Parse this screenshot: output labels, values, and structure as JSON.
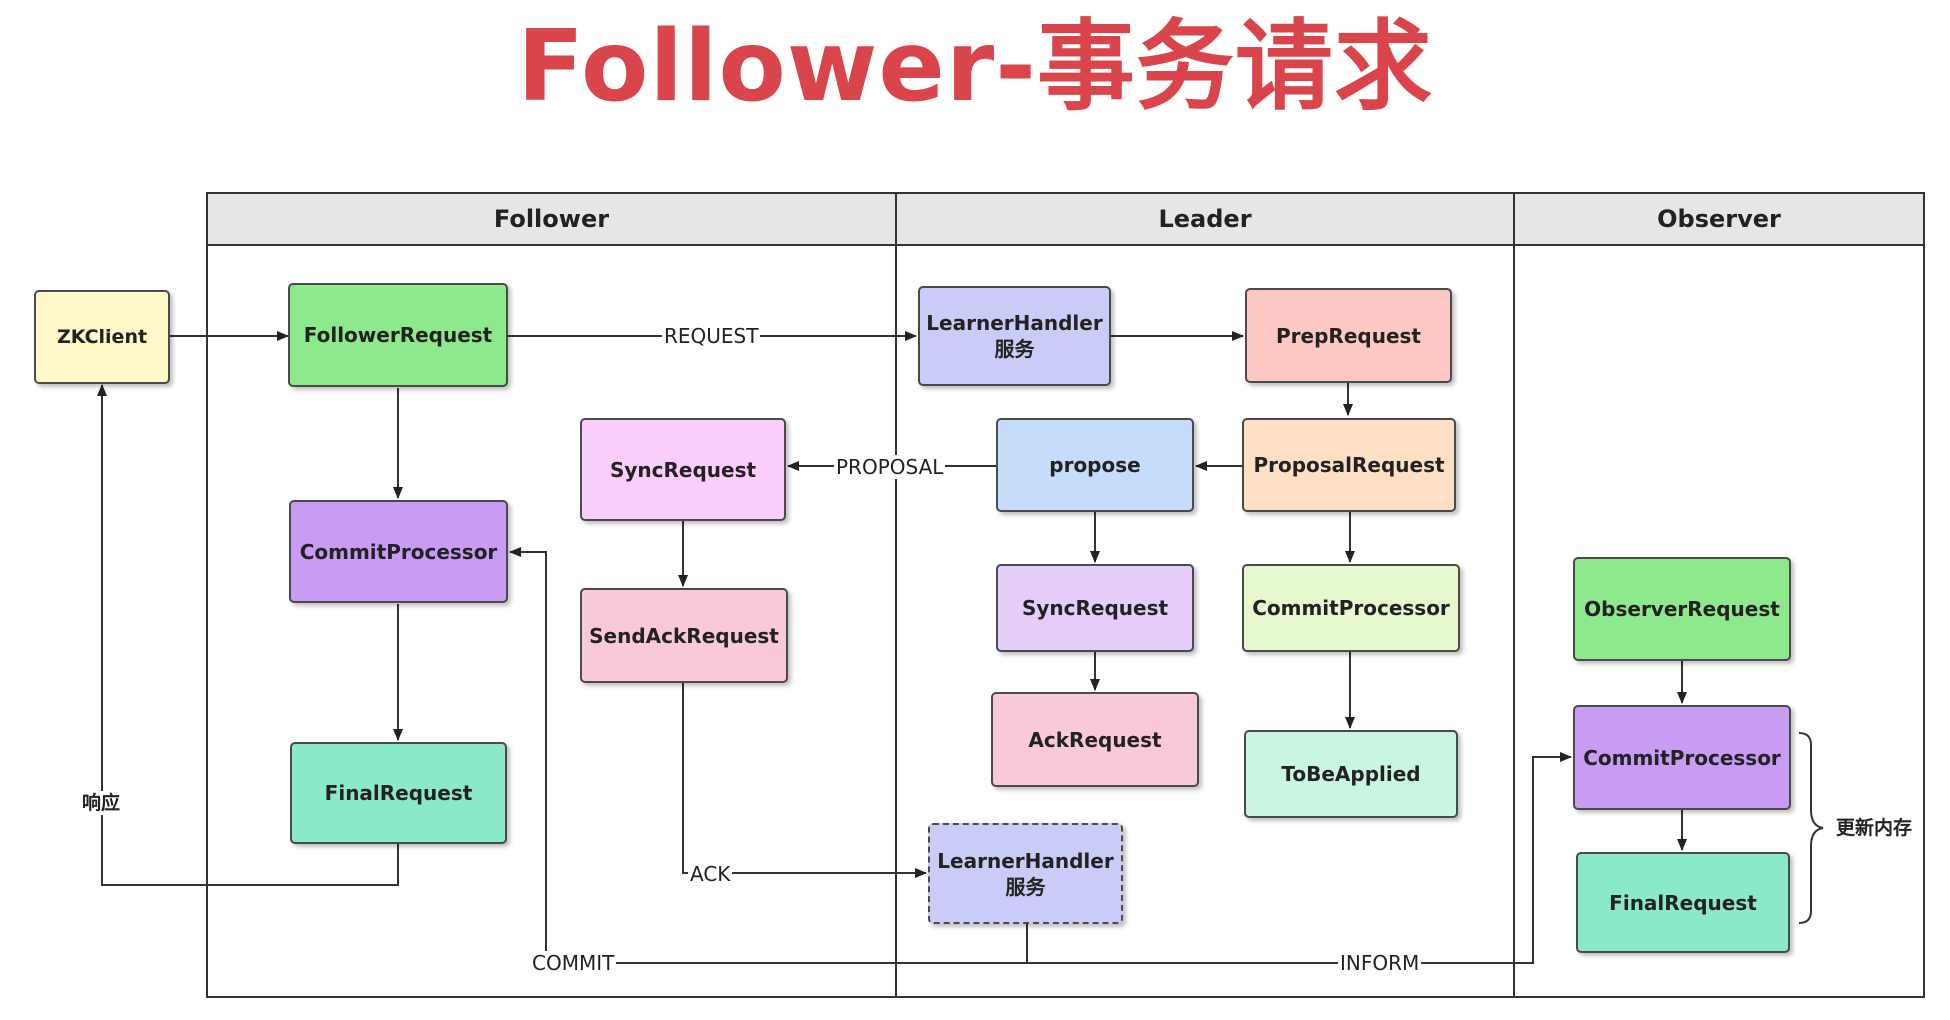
{
  "title": "Follower-事务请求",
  "lanes": {
    "follower": "Follower",
    "leader": "Leader",
    "observer": "Observer"
  },
  "nodes": {
    "zkclient": "ZKClient",
    "follower_request": "FollowerRequest",
    "commit_processor_f": "CommitProcessor",
    "final_request_f": "FinalRequest",
    "sync_request_f": "SyncRequest",
    "send_ack_request": "SendAckRequest",
    "learner_handler_1": [
      "LearnerHandler",
      "服务"
    ],
    "prep_request": "PrepRequest",
    "propose": "propose",
    "proposal_request": "ProposalRequest",
    "sync_request_l": "SyncRequest",
    "commit_processor_l": "CommitProcessor",
    "ack_request": "AckRequest",
    "to_be_applied": "ToBeApplied",
    "learner_handler_2": [
      "LearnerHandler",
      "服务"
    ],
    "observer_request": "ObserverRequest",
    "commit_processor_o": "CommitProcessor",
    "final_request_o": "FinalRequest"
  },
  "edge_labels": {
    "request": "REQUEST",
    "proposal": "PROPOSAL",
    "ack": "ACK",
    "commit": "COMMIT",
    "inform": "INFORM",
    "response": "响应",
    "update_memory": "更新内存"
  },
  "colors": {
    "title": "#d9454a",
    "zkclient": "#fff9c9",
    "green": "#8ee88c",
    "purple": "#c89cf2",
    "teal": "#8aeac7",
    "pink": "#fbcdfa",
    "rose": "#fac9d8",
    "periwinkle": "#c9ccf7",
    "salmon": "#fdc7c3",
    "light_blue": "#c6dcfb",
    "peach": "#fde0c4",
    "lavender": "#e4cdfa",
    "lime": "#e6f8cd",
    "mint": "#c9f5e3"
  }
}
